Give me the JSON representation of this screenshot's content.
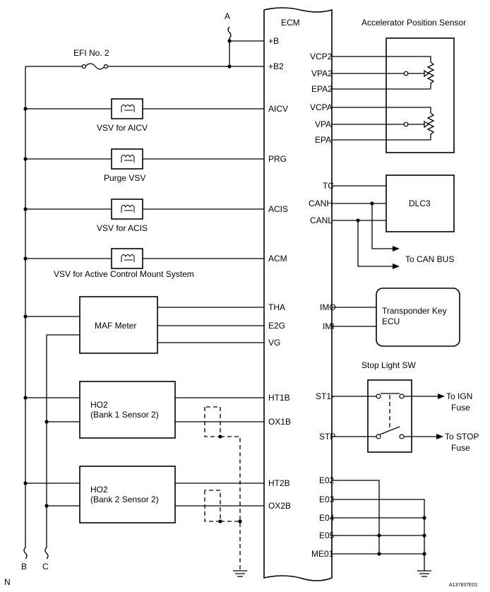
{
  "ecm": {
    "title": "ECM",
    "pins_left": {
      "plus_b": "+B",
      "plus_b2": "+B2",
      "aicv": "AICV",
      "prg": "PRG",
      "acis": "ACIS",
      "acm": "ACM",
      "tha": "THA",
      "e2g": "E2G",
      "vg": "VG",
      "ht1b": "HT1B",
      "ox1b": "OX1B",
      "ht2b": "HT2B",
      "ox2b": "OX2B"
    },
    "pins_right": {
      "vcp2": "VCP2",
      "vpa2": "VPA2",
      "epa2": "EPA2",
      "vcpa": "VCPA",
      "vpa": "VPA",
      "epa": "EPA",
      "tc": "TC",
      "canh": "CANH",
      "canl": "CANL",
      "imo": "IMO",
      "imi": "IMI",
      "st1": "ST1-",
      "stp": "STP",
      "e02": "E02",
      "e03": "E03",
      "e04": "E04",
      "e05": "E05",
      "me01": "ME01"
    }
  },
  "connectors": {
    "a": "A",
    "b": "B",
    "c": "C"
  },
  "fuse": {
    "label": "EFI No. 2"
  },
  "components": {
    "vsv_aicv": "VSV for AICV",
    "purge_vsv": "Purge VSV",
    "vsv_acis": "VSV for ACIS",
    "vsv_acm": "VSV for Active Control Mount System",
    "maf": "MAF Meter",
    "ho2_b1_l1": "HO2",
    "ho2_b1_l2": "(Bank 1 Sensor 2)",
    "ho2_b2_l1": "HO2",
    "ho2_b2_l2": "(Bank 2 Sensor 2)",
    "accel_sensor": "Accelerator Position Sensor",
    "dlc3": "DLC3",
    "can_bus": "To CAN BUS",
    "transponder_l1": "Transponder Key",
    "transponder_l2": "ECU",
    "stop_light_sw": "Stop Light SW",
    "to_ign": "To IGN",
    "to_ign_fuse": "Fuse",
    "to_stop": "To STOP",
    "to_stop_fuse": "Fuse"
  },
  "corner": {
    "left": "N",
    "right": "A137837E01"
  }
}
